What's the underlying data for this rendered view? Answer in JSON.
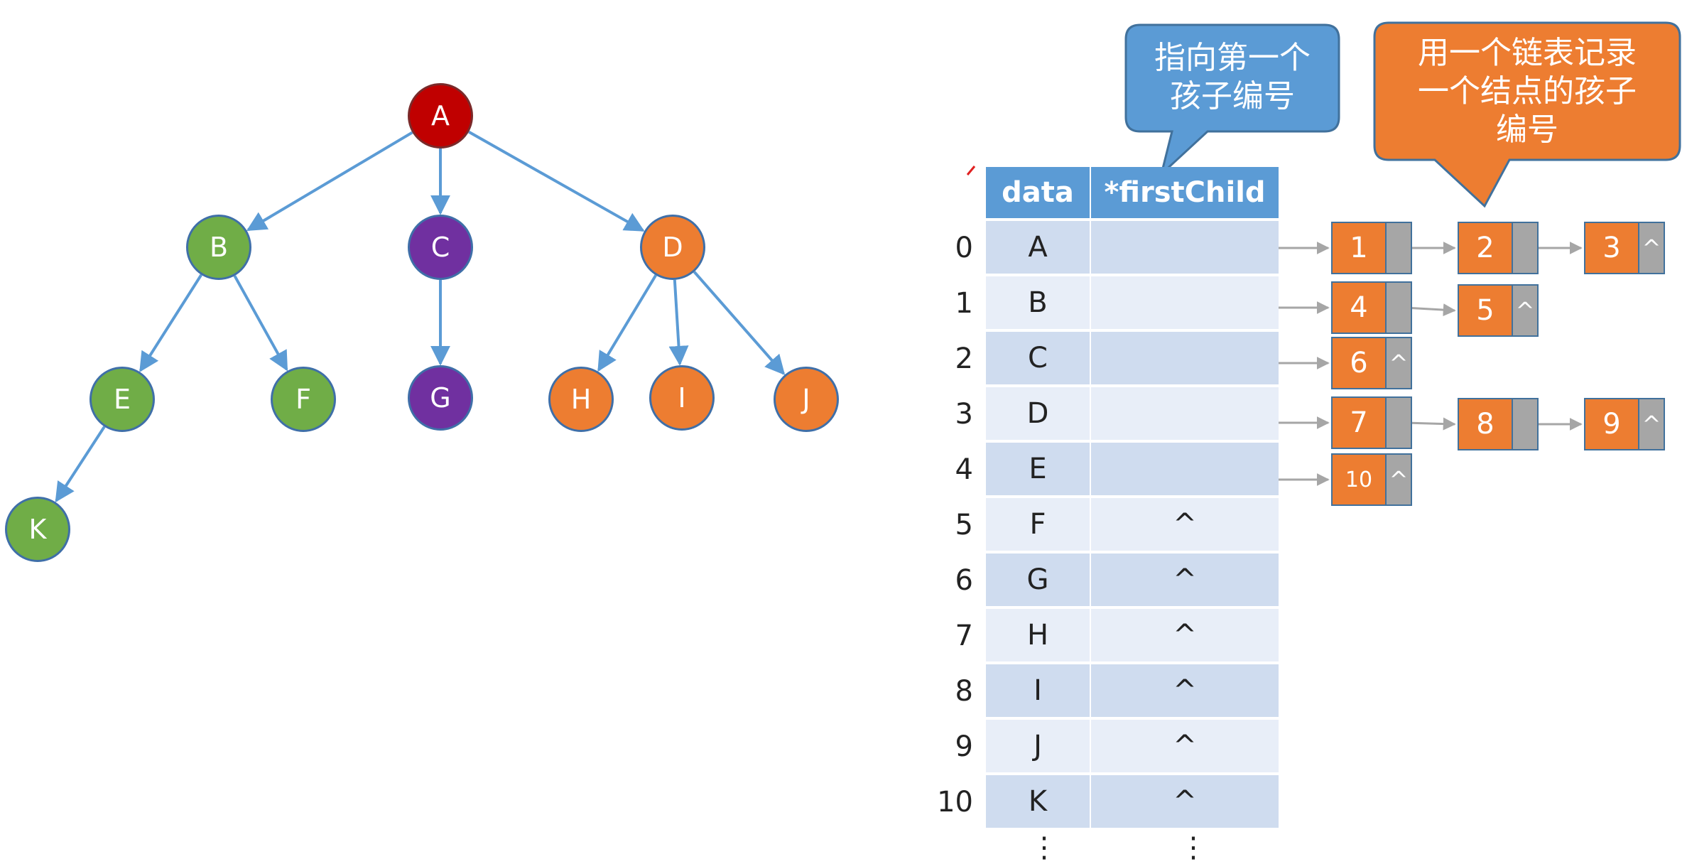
{
  "tree": {
    "nodes": [
      {
        "id": "A",
        "label": "A",
        "group": "root"
      },
      {
        "id": "B",
        "label": "B",
        "group": "green"
      },
      {
        "id": "C",
        "label": "C",
        "group": "purple"
      },
      {
        "id": "D",
        "label": "D",
        "group": "orange"
      },
      {
        "id": "E",
        "label": "E",
        "group": "green"
      },
      {
        "id": "F",
        "label": "F",
        "group": "green"
      },
      {
        "id": "G",
        "label": "G",
        "group": "purple"
      },
      {
        "id": "H",
        "label": "H",
        "group": "orange"
      },
      {
        "id": "I",
        "label": "I",
        "group": "orange"
      },
      {
        "id": "J",
        "label": "J",
        "group": "orange"
      },
      {
        "id": "K",
        "label": "K",
        "group": "green"
      }
    ],
    "edges": [
      [
        "A",
        "B"
      ],
      [
        "A",
        "C"
      ],
      [
        "A",
        "D"
      ],
      [
        "B",
        "E"
      ],
      [
        "B",
        "F"
      ],
      [
        "C",
        "G"
      ],
      [
        "D",
        "H"
      ],
      [
        "D",
        "I"
      ],
      [
        "D",
        "J"
      ],
      [
        "E",
        "K"
      ]
    ]
  },
  "table": {
    "headers": {
      "data": "data",
      "firstChild": "*firstChild"
    },
    "rows": [
      {
        "index": "0",
        "data": "A",
        "firstChild": ""
      },
      {
        "index": "1",
        "data": "B",
        "firstChild": ""
      },
      {
        "index": "2",
        "data": "C",
        "firstChild": ""
      },
      {
        "index": "3",
        "data": "D",
        "firstChild": ""
      },
      {
        "index": "4",
        "data": "E",
        "firstChild": ""
      },
      {
        "index": "5",
        "data": "F",
        "firstChild": "^"
      },
      {
        "index": "6",
        "data": "G",
        "firstChild": "^"
      },
      {
        "index": "7",
        "data": "H",
        "firstChild": "^"
      },
      {
        "index": "8",
        "data": "I",
        "firstChild": "^"
      },
      {
        "index": "9",
        "data": "J",
        "firstChild": "^"
      },
      {
        "index": "10",
        "data": "K",
        "firstChild": "^"
      }
    ],
    "ellipsis": "⋮"
  },
  "child_lists": [
    {
      "row": "0",
      "children": [
        "1",
        "2",
        "3"
      ]
    },
    {
      "row": "1",
      "children": [
        "4",
        "5"
      ]
    },
    {
      "row": "2",
      "children": [
        "6"
      ]
    },
    {
      "row": "3",
      "children": [
        "7",
        "8",
        "9"
      ]
    },
    {
      "row": "4",
      "children": [
        "10"
      ]
    }
  ],
  "null_marker": "^",
  "callouts": {
    "first_child": {
      "line1": "指向第一个",
      "line2": "孩子编号"
    },
    "child_list": {
      "line1": "用一个链表记录",
      "line2": "一个结点的孩子",
      "line3": "编号"
    }
  },
  "colors": {
    "root": "#c00000",
    "green": "#70ad47",
    "purple": "#7030a0",
    "orange": "#ed7d31",
    "edge": "#5b9bd5",
    "table_header": "#5b9bd5",
    "callout_blue": "#5b9bd5",
    "callout_orange": "#ed7d31",
    "pointer_grey": "#a6a6a6"
  }
}
